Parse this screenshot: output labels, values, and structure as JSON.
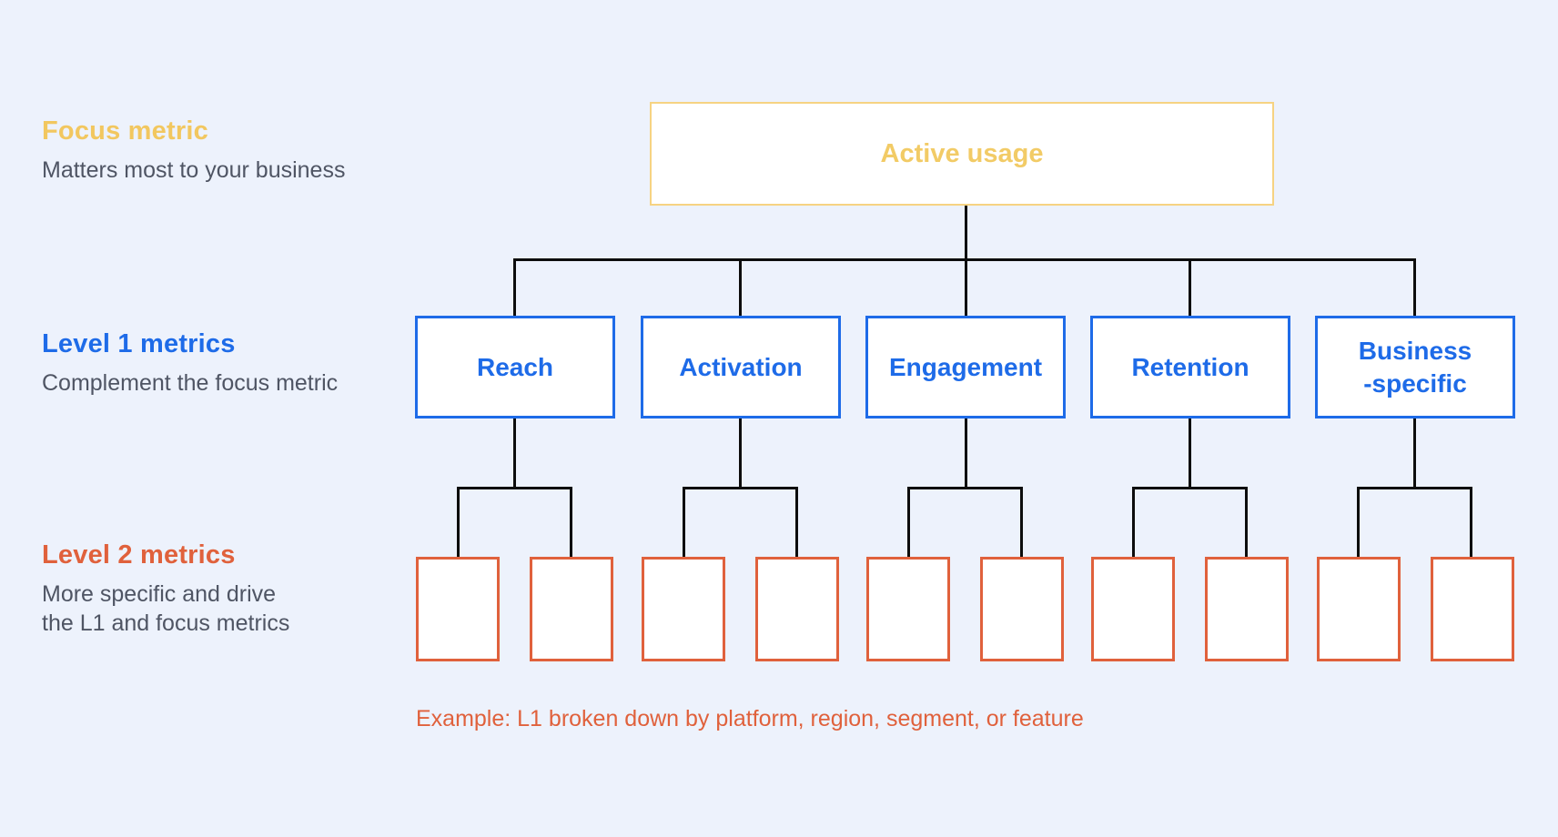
{
  "canvas": {
    "background": "#EDF2FC"
  },
  "colors": {
    "focus_accent": "#F2C75F",
    "focus_border": "#F6D382",
    "l1_accent": "#1E6BE8",
    "l2_accent": "#E0613C",
    "subtitle_text": "#4F5564",
    "connector": "#0D0D0D",
    "node_background": "#FFFFFF"
  },
  "legend": {
    "focus": {
      "title": "Focus metric",
      "subtitle": "Matters most to your business"
    },
    "level1": {
      "title": "Level 1 metrics",
      "subtitle": "Complement the focus metric"
    },
    "level2": {
      "title": "Level 2 metrics",
      "subtitle": "More specific and drive\nthe L1 and focus metrics"
    }
  },
  "tree": {
    "focus_label": "Active usage",
    "l1": [
      {
        "label": "Reach"
      },
      {
        "label": "Activation"
      },
      {
        "label": "Engagement"
      },
      {
        "label": "Retention"
      },
      {
        "label": "Business\n-specific"
      }
    ],
    "l2_boxes_per_l1": 2,
    "l2_labels_empty": true
  },
  "caption": "Example: L1 broken down by platform, region, segment, or feature"
}
